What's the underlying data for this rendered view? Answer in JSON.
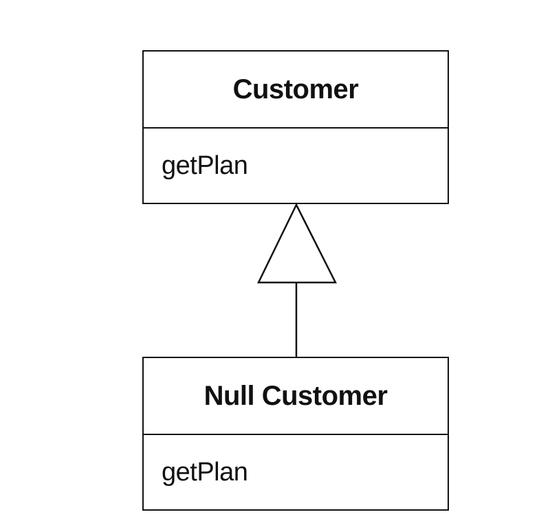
{
  "classes": [
    {
      "name": "Customer",
      "methods": [
        "getPlan"
      ]
    },
    {
      "name": "Null Customer",
      "methods": [
        "getPlan"
      ]
    }
  ],
  "relationship": {
    "type": "generalization",
    "from": "Null Customer",
    "to": "Customer"
  }
}
